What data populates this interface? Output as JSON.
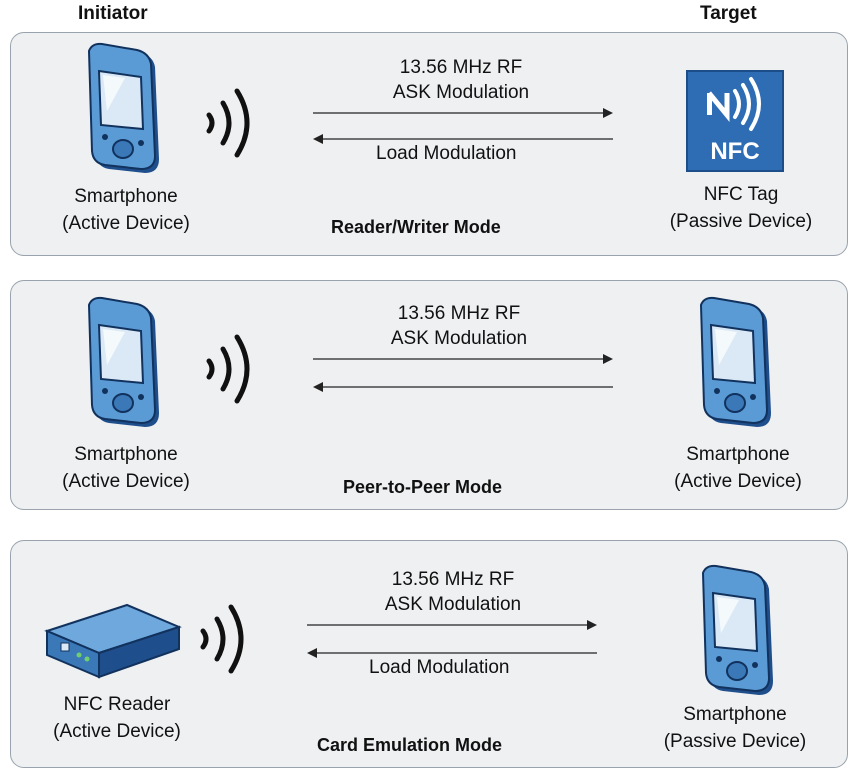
{
  "headers": {
    "initiator": "Initiator",
    "target": "Target"
  },
  "panels": [
    {
      "mode": "Reader/Writer Mode",
      "initiator": {
        "icon": "smartphone-icon",
        "line1": "Smartphone",
        "line2": "(Active Device)"
      },
      "signal": {
        "line1": "13.56 MHz RF",
        "line2": "ASK Modulation"
      },
      "return_label": "Load Modulation",
      "target": {
        "icon": "nfc-tag-icon",
        "badge": "NFC",
        "line1": "NFC Tag",
        "line2": "(Passive Device)"
      }
    },
    {
      "mode": "Peer-to-Peer Mode",
      "initiator": {
        "icon": "smartphone-icon",
        "line1": "Smartphone",
        "line2": "(Active Device)"
      },
      "signal": {
        "line1": "13.56 MHz RF",
        "line2": "ASK Modulation"
      },
      "return_label": "",
      "target": {
        "icon": "smartphone-icon",
        "line1": "Smartphone",
        "line2": "(Active Device)"
      }
    },
    {
      "mode": "Card Emulation Mode",
      "initiator": {
        "icon": "nfc-reader-icon",
        "line1": "NFC Reader",
        "line2": "(Active Device)"
      },
      "signal": {
        "line1": "13.56 MHz RF",
        "line2": "ASK Modulation"
      },
      "return_label": "Load Modulation",
      "target": {
        "icon": "smartphone-icon",
        "line1": "Smartphone",
        "line2": "(Passive Device)"
      }
    }
  ],
  "colors": {
    "device_blue": "#5b9bd5",
    "device_dark": "#1f4e8c",
    "nfc_badge": "#2e6db4",
    "panel_bg": "#eef0f2"
  }
}
